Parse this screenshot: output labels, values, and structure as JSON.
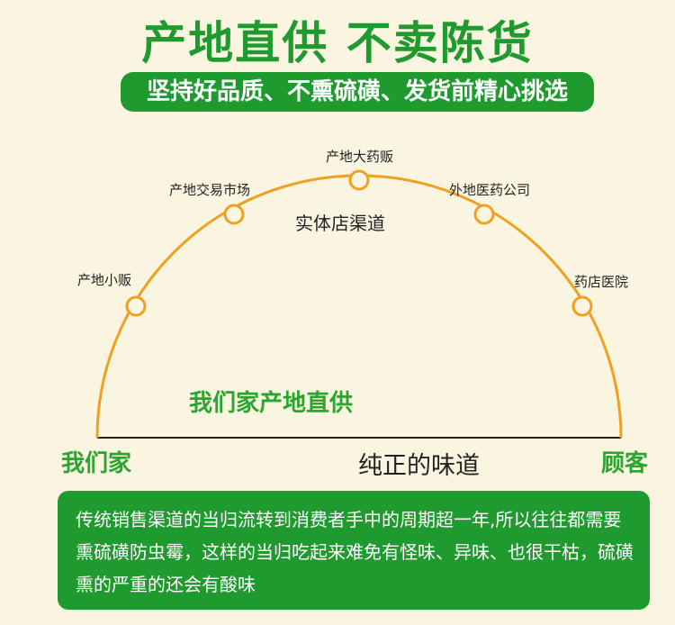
{
  "title": "产地直供 不卖陈货",
  "subtitle": "坚持好品质、不熏硫磺、发货前精心挑选",
  "nodes": [
    "产地小贩",
    "产地交易市场",
    "产地大药贩",
    "外地医药公司",
    "药店医院"
  ],
  "center_label": "实体店渠道",
  "direct_label": "我们家产地直供",
  "left_label": "我们家",
  "middle_label": "纯正的味道",
  "right_label": "顾客",
  "description": "传统销售渠道的当归流转到消费者手中的周期超一年,所以往往都需要熏硫磺防虫霉，这样的当归吃起来难免有怪味、异味、也很干枯，硫磺熏的严重的还会有酸味",
  "colors": {
    "green": "#1f9a2f",
    "orange": "#f0a020",
    "background": "#f9f5e0"
  }
}
